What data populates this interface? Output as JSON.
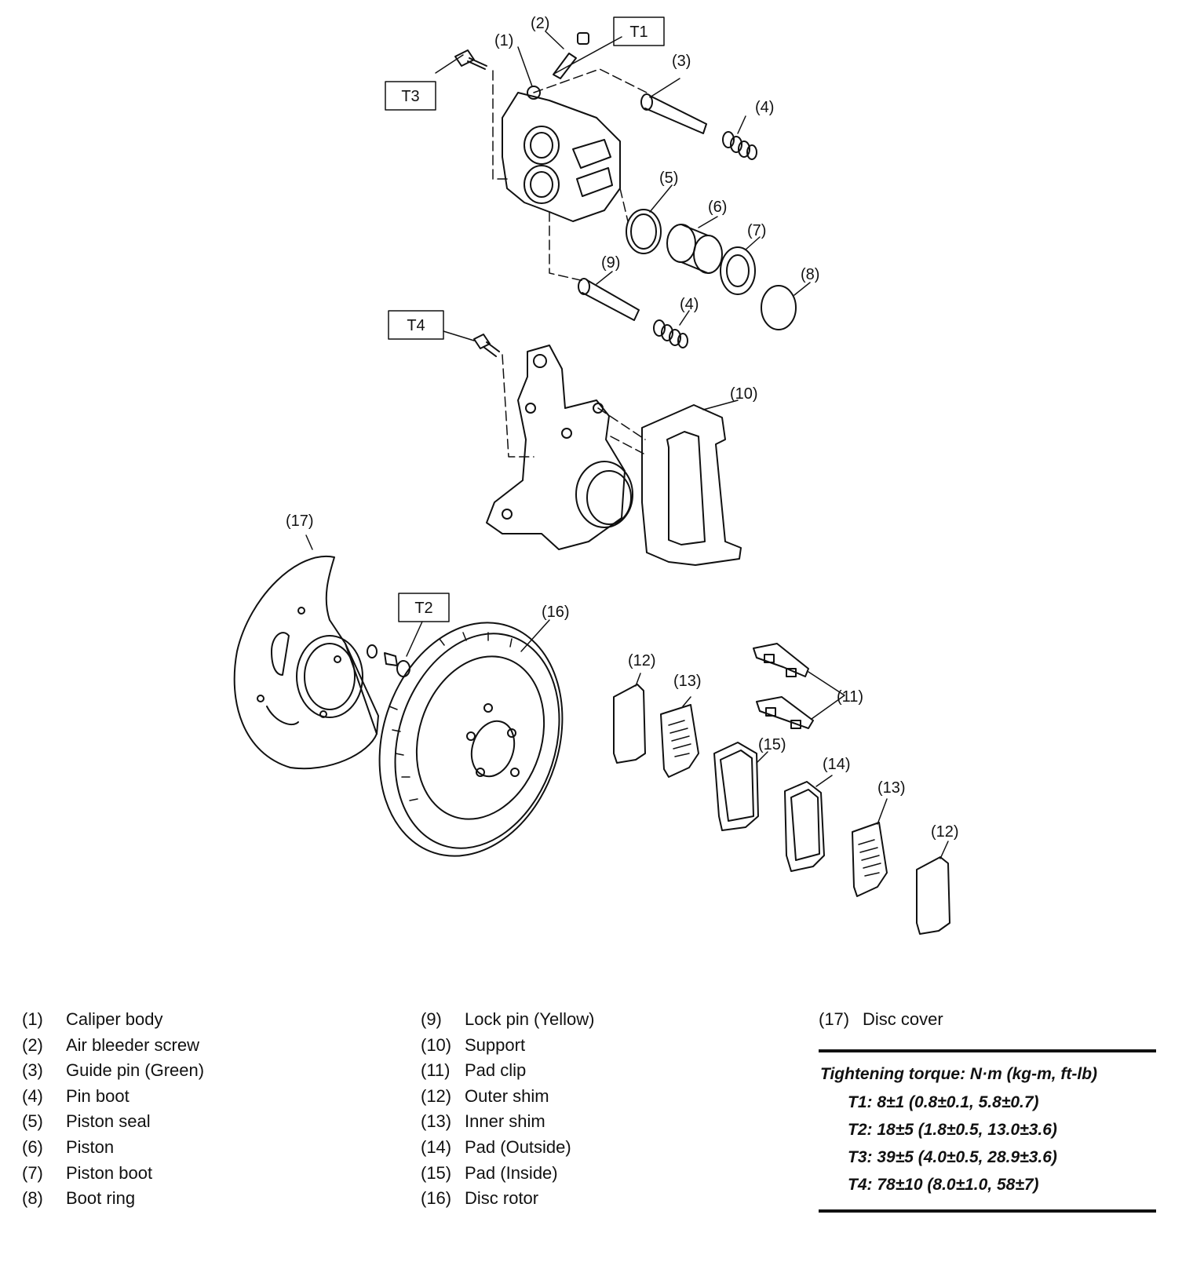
{
  "callouts": {
    "c1": "(1)",
    "c2": "(2)",
    "c3": "(3)",
    "c4a": "(4)",
    "c4b": "(4)",
    "c5": "(5)",
    "c6": "(6)",
    "c7": "(7)",
    "c8": "(8)",
    "c9": "(9)",
    "c10": "(10)",
    "c11": "(11)",
    "c12a": "(12)",
    "c12b": "(12)",
    "c13a": "(13)",
    "c13b": "(13)",
    "c14": "(14)",
    "c15": "(15)",
    "c16": "(16)",
    "c17": "(17)",
    "T1": "T1",
    "T2": "T2",
    "T3": "T3",
    "T4": "T4"
  },
  "legend": {
    "col1": [
      {
        "num": "(1)",
        "name": "Caliper body"
      },
      {
        "num": "(2)",
        "name": "Air bleeder screw"
      },
      {
        "num": "(3)",
        "name": "Guide pin (Green)"
      },
      {
        "num": "(4)",
        "name": "Pin boot"
      },
      {
        "num": "(5)",
        "name": "Piston seal"
      },
      {
        "num": "(6)",
        "name": "Piston"
      },
      {
        "num": "(7)",
        "name": "Piston boot"
      },
      {
        "num": "(8)",
        "name": "Boot ring"
      }
    ],
    "col2": [
      {
        "num": "(9)",
        "name": "Lock pin (Yellow)"
      },
      {
        "num": "(10)",
        "name": "Support"
      },
      {
        "num": "(11)",
        "name": "Pad clip"
      },
      {
        "num": "(12)",
        "name": "Outer shim"
      },
      {
        "num": "(13)",
        "name": "Inner shim"
      },
      {
        "num": "(14)",
        "name": "Pad (Outside)"
      },
      {
        "num": "(15)",
        "name": "Pad (Inside)"
      },
      {
        "num": "(16)",
        "name": "Disc rotor"
      }
    ],
    "col3": [
      {
        "num": "(17)",
        "name": "Disc cover"
      }
    ]
  },
  "torque": {
    "heading": "Tightening torque: N·m (kg-m, ft-lb)",
    "rows": [
      "T1: 8±1 (0.8±0.1, 5.8±0.7)",
      "T2: 18±5 (1.8±0.5, 13.0±3.6)",
      "T3: 39±5 (4.0±0.5, 28.9±3.6)",
      "T4: 78±10 (8.0±1.0, 58±7)"
    ]
  }
}
